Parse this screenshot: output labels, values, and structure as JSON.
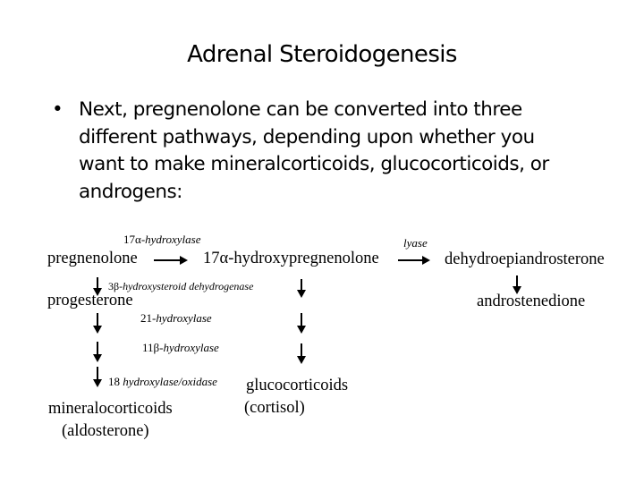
{
  "title": "Adrenal Steroidogenesis",
  "bullet": {
    "lines": [
      "Next, pregnenolone can be converted into three",
      "different pathways, depending upon whether you",
      "want to make mineralcorticoids, glucocorticoids, or",
      "androgens:"
    ],
    "symbol": "•"
  },
  "diagram": {
    "compounds": {
      "pregnenolone": "pregnenolone",
      "hydroxypregnenolone": "17α-hydroxypregnenolone",
      "dhea": "dehydroepiandrosterone",
      "androstenedione": "androstenedione",
      "progesterone": "progesterone",
      "glucocorticoids": "glucocorticoids",
      "cortisol": "(cortisol)",
      "mineralocorticoids": "mineralocorticoids",
      "aldosterone": "(aldosterone)"
    },
    "enzymes": {
      "hydroxylase17_prefix": "17α",
      "hydroxylase17": "-hydroxylase",
      "lyase": "lyase",
      "hsd_prefix": "3β",
      "hsd": "-hydroxysteroid dehydrogenase",
      "hydroxylase21_prefix": "21-",
      "hydroxylase21": "hydroxylase",
      "hydroxylase11_prefix": "11β-",
      "hydroxylase11": "hydroxylase",
      "oxidase18_prefix": "18 ",
      "oxidase18": "hydroxylase/oxidase"
    }
  }
}
